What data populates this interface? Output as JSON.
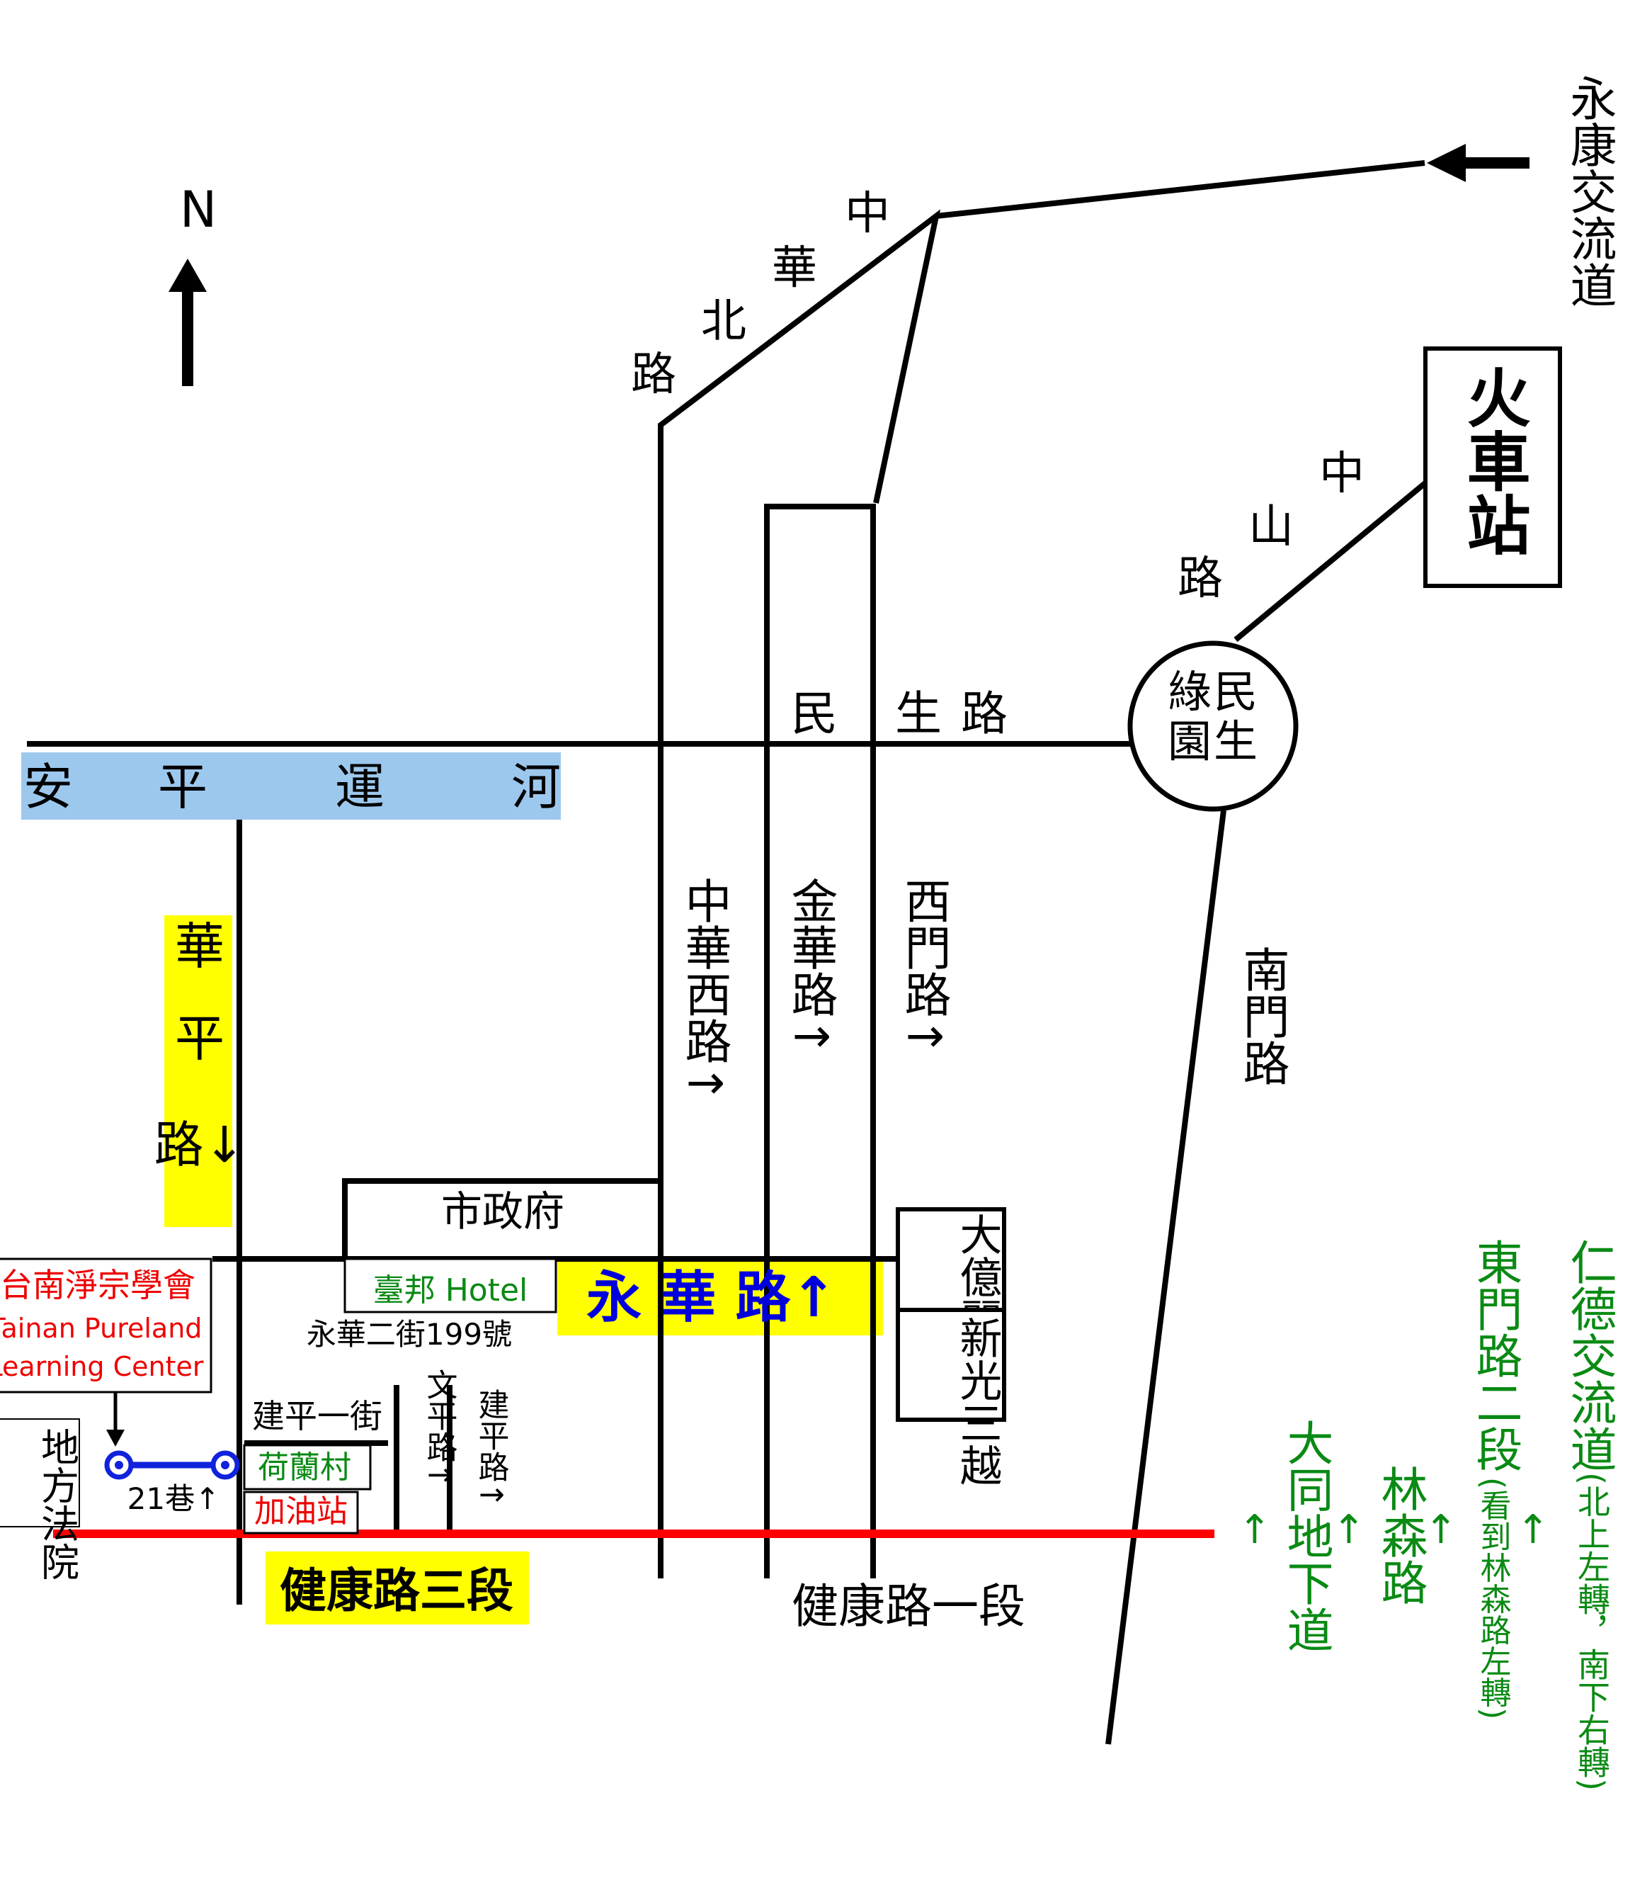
{
  "compass": {
    "label": "N"
  },
  "highway": {
    "yongkang_label": "永康交流道",
    "rende_label": "仁德交流道",
    "rende_note": "(北上左轉，南下右轉)"
  },
  "station": {
    "label": "火車站"
  },
  "roads": {
    "zhonghua_north": [
      "中",
      "華",
      "北",
      "路"
    ],
    "zhongshan": [
      "中",
      "山",
      "路"
    ],
    "minsheng": [
      "民",
      "生",
      "路"
    ],
    "minsheng_circle": [
      "民",
      "生",
      "綠",
      "園"
    ],
    "anping_canal": [
      "安",
      "平",
      "運",
      "河"
    ],
    "huaping": [
      "華",
      "平",
      "路↓"
    ],
    "zhonghua_west": "中華西路↑",
    "jinhua": "金華路↑",
    "ximen": "西門路↑",
    "nanmen": "南門路",
    "yonghua": "永 華 路↑",
    "jiankang_3": "健康路三段",
    "jiankang_1": "健康路一段",
    "dongmen": "東門路二段",
    "dongmen_note": "(看到林森路左轉)",
    "linsen": "林森路",
    "datong": "大同地下道",
    "lane21": "21巷↑",
    "jianping_1st": "建平一街",
    "wenping": "文平路↑",
    "jianping": "建平路↑"
  },
  "landmarks": {
    "city_hall": "市政府",
    "hotel": "臺邦 Hotel",
    "address": "永華二街199號",
    "dayi": "大億麗緻",
    "shinkong": "新光三越",
    "helan": "荷蘭村",
    "gas": "加油站",
    "court": "地方法院"
  },
  "center": {
    "name_zh": "台南淨宗學會",
    "name_en_1": "Tainan Pureland",
    "name_en_2": "Learning Center"
  },
  "green_arrows": [
    "↑",
    "↑",
    "↑",
    "↑"
  ],
  "colors": {
    "canal": "#9dc8ee",
    "highlight": "#ffff00",
    "red_road": "#ff0000",
    "green_text": "#0a8a14",
    "blue_text": "#0000dd",
    "red_text": "#ee0000",
    "lane_blue": "#1122dd"
  }
}
